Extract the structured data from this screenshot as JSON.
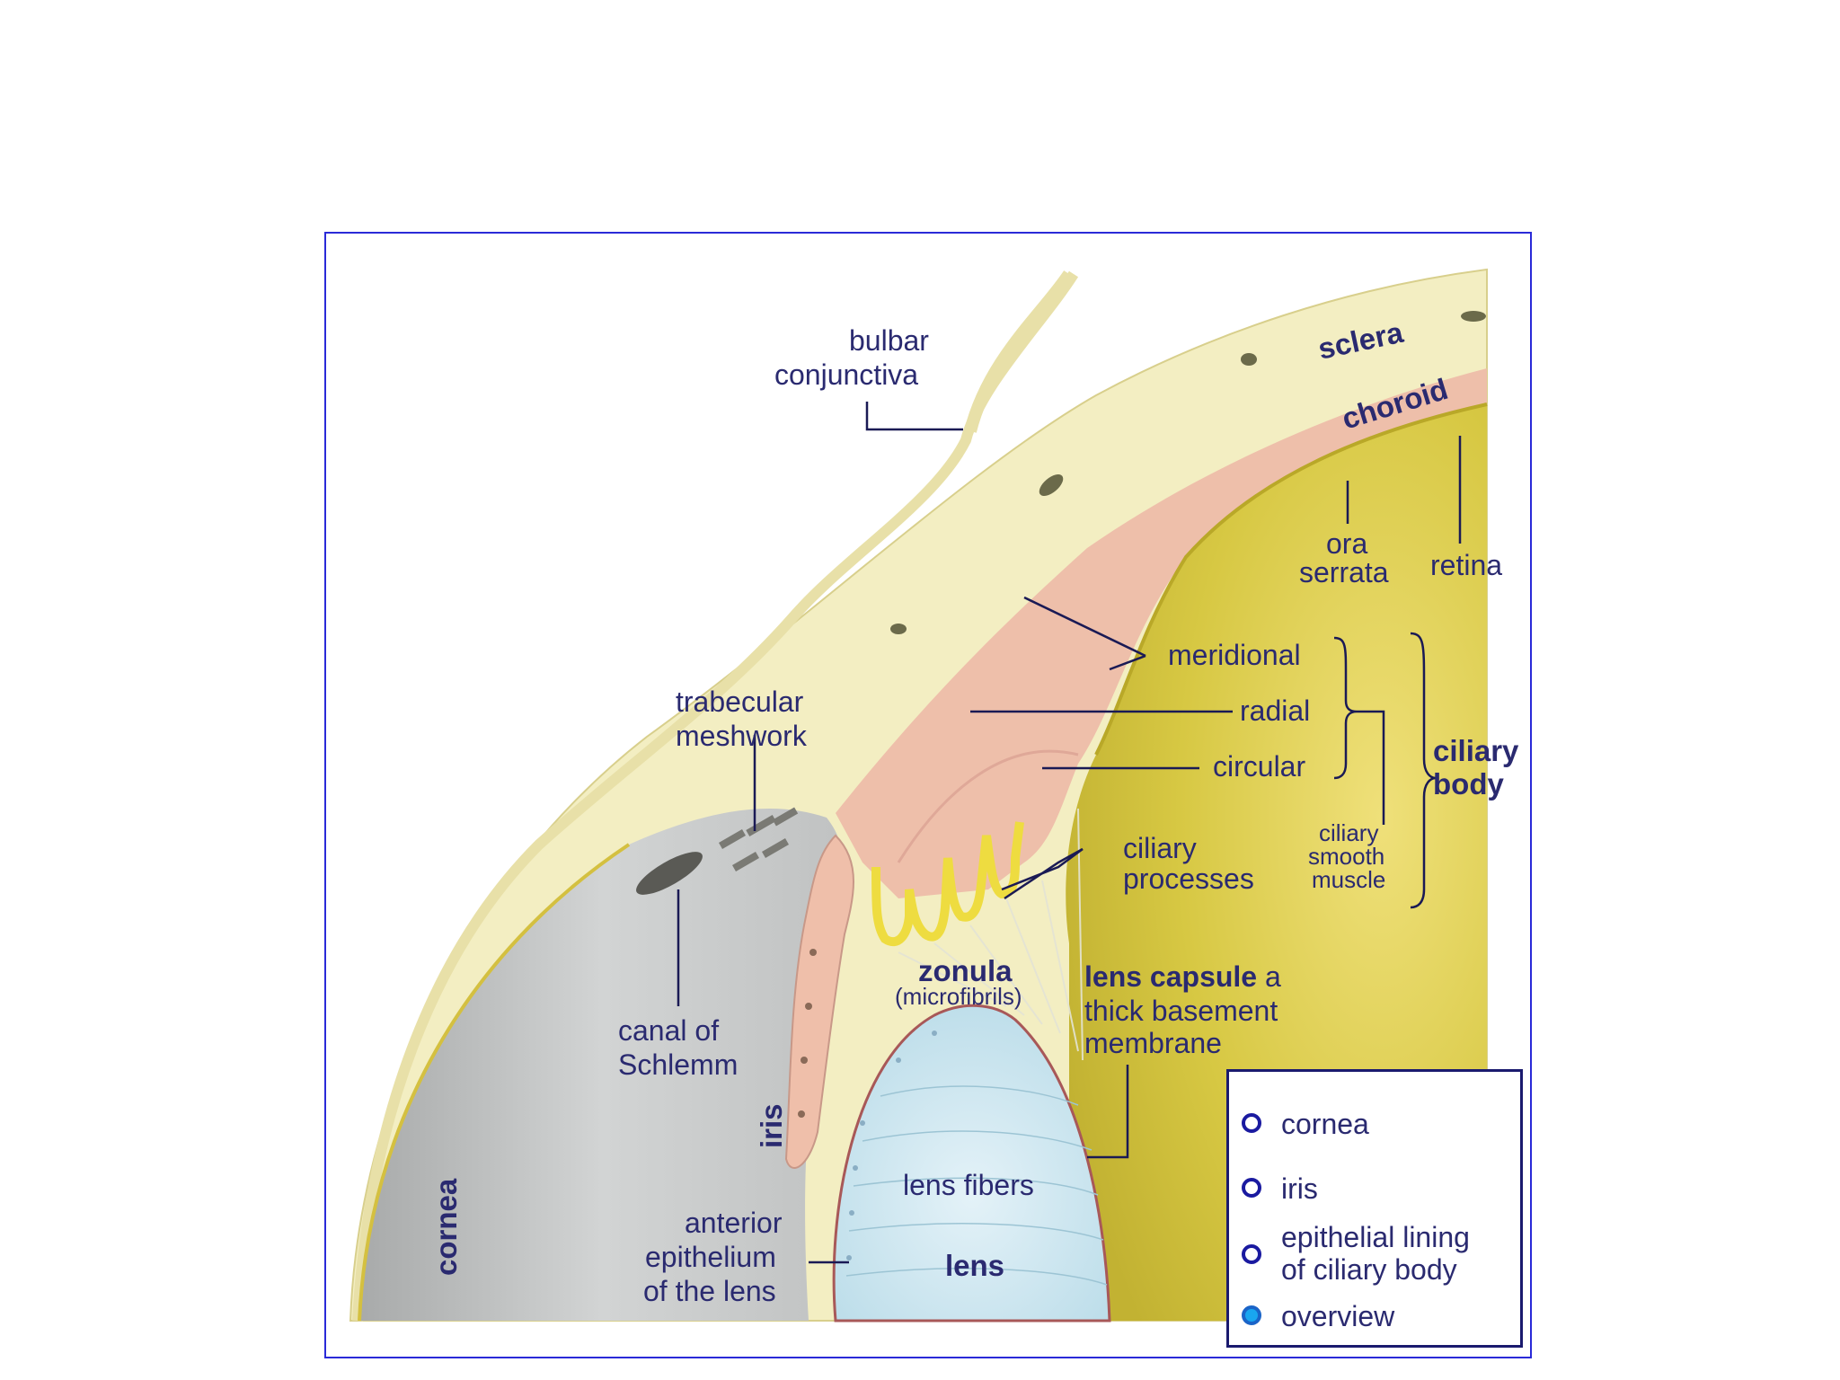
{
  "labels": {
    "bulbar_conjunctiva": [
      "bulbar",
      "conjunctiva"
    ],
    "sclera": "sclera",
    "choroid": "choroid",
    "ora_serrata": [
      "ora",
      "serrata"
    ],
    "retina": "retina",
    "meridional": "meridional",
    "radial": "radial",
    "circular": "circular",
    "ciliary_body": [
      "ciliary",
      "body"
    ],
    "trabecular_meshwork": [
      "trabecular",
      "meshwork"
    ],
    "ciliary_processes": [
      "ciliary",
      "processes"
    ],
    "ciliary_smooth_muscle": [
      "ciliary",
      "smooth",
      "muscle"
    ],
    "zonula": "zonula",
    "microfibrils": "(microfibrils)",
    "lens_capsule_bold": "lens capsule",
    "lens_capsule_rest": [
      " a",
      "thick basement",
      "membrane"
    ],
    "canal_of_schlemm": [
      "canal of",
      "Schlemm"
    ],
    "iris": "iris",
    "cornea": "cornea",
    "lens_fibers": "lens fibers",
    "lens": "lens",
    "anterior_epithelium": [
      "anterior",
      "epithelium",
      "of the lens"
    ]
  },
  "legend": {
    "items": [
      {
        "text": [
          "cornea"
        ],
        "selected": false
      },
      {
        "text": [
          "iris"
        ],
        "selected": false
      },
      {
        "text": [
          "epithelial lining",
          "of ciliary body"
        ],
        "selected": false
      },
      {
        "text": [
          "overview"
        ],
        "selected": true
      }
    ]
  },
  "colors": {
    "frame_border": "#2a2ad8",
    "label_text": "#2a2a70",
    "sclera": "#f3eec2",
    "choroid": "#eebfaa",
    "retina_vitreous": "#d8cb45",
    "lens": "#cfe6f0",
    "anterior_chamber": "#c4c6c6",
    "radio_selected": "#19a6f0"
  }
}
